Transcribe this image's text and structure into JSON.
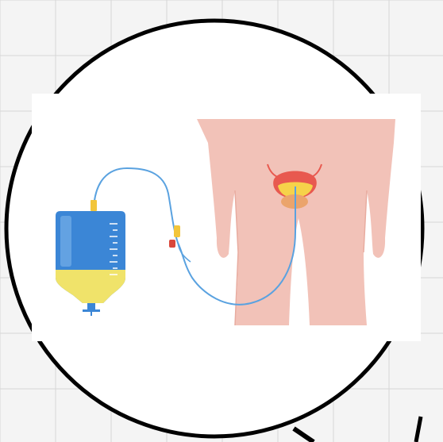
{
  "title": "",
  "illustration": {
    "subject": "urinary-catheter",
    "parts": [
      "drainage-bag",
      "catheter-tube",
      "body-silhouette",
      "bladder",
      "prostate",
      "tube-connector"
    ]
  },
  "colors": {
    "background": "#f4f4f4",
    "grid": "#d6d6d6",
    "circle_fill": "#ffffff",
    "circle_stroke": "#000000",
    "skin": "#f2c2b8",
    "bag_blue": "#3b86d6",
    "bag_blue_light": "#7fb5ea",
    "urine": "#f0e36a",
    "tube": "#5aa2e0",
    "bladder_red": "#e8594f",
    "bladder_yellow": "#f6d24a",
    "prostate": "#eba46c",
    "connector_yellow": "#f2c53a",
    "connector_red": "#d9473b"
  }
}
